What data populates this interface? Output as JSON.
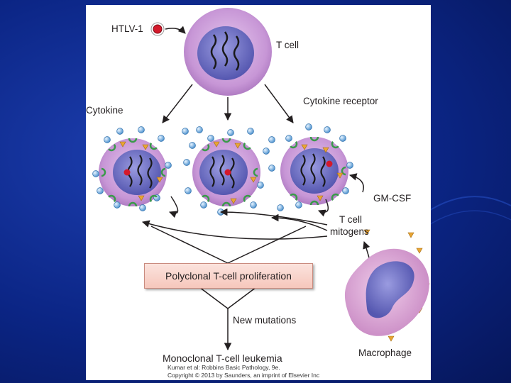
{
  "labels": {
    "htlv": "HTLV-1",
    "t_cell": "T cell",
    "cytokine": "Cytokine",
    "cytokine_receptor": "Cytokine receptor",
    "gm_csf": "GM-CSF",
    "t_cell_mitogens_1": "T cell",
    "t_cell_mitogens_2": "mitogens",
    "polyclonal": "Polyclonal T-cell proliferation",
    "new_mutations": "New mutations",
    "monoclonal": "Monoclonal T-cell leukemia",
    "macrophage": "Macrophage"
  },
  "credit": {
    "line1": "Kumar et al: Robbins Basic Pathology, 9e.",
    "line2": "Copyright © 2013 by Saunders, an imprint of Elsevier Inc"
  },
  "colors": {
    "background": "#0b2585",
    "cell_membrane": "#cfa0d8",
    "nucleus": "#6f6fc2",
    "virus": "#d4192b",
    "cytokine": "#7fb5e0",
    "receptor": "#3a9a4a",
    "gm_csf": "#e9a534",
    "macrophage": "#d9a2d6",
    "box_fill": "#f6c7bc"
  }
}
